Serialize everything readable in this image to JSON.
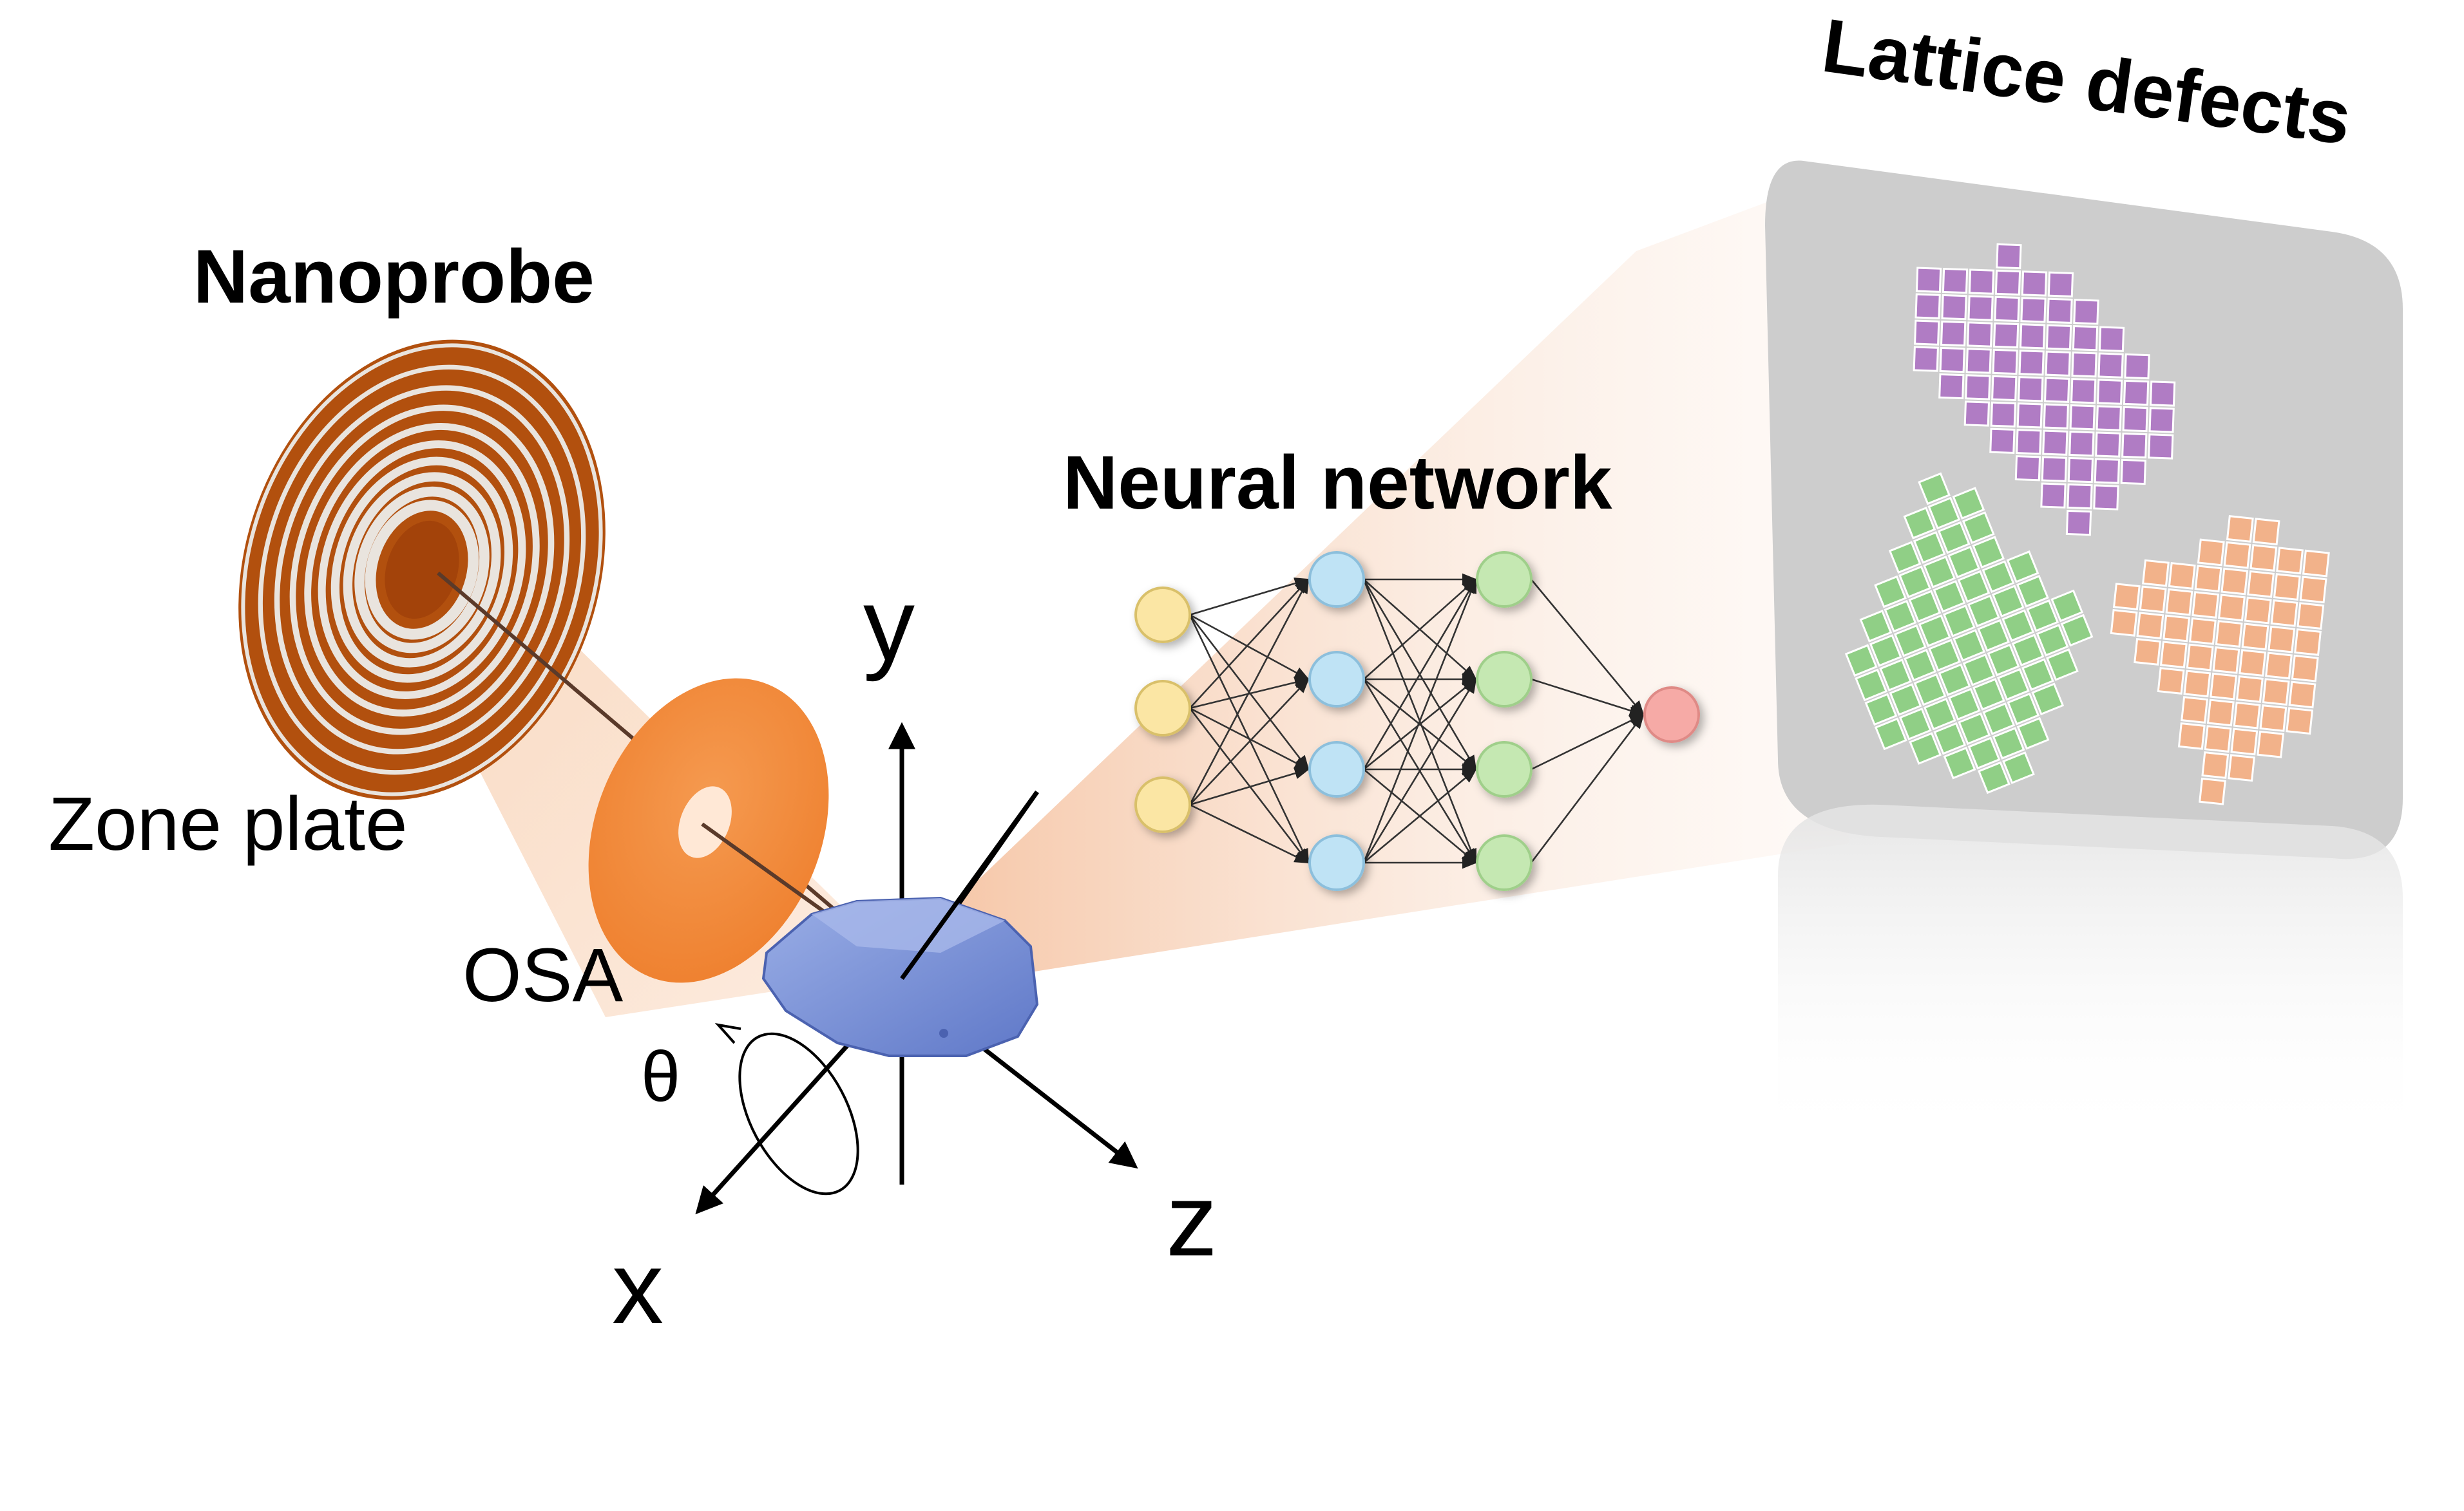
{
  "labels": {
    "nanoprobe": "Nanoprobe",
    "zone_plate": "Zone plate",
    "osa": "OSA",
    "theta": "θ",
    "neural_network": "Neural network",
    "lattice_defects": "Lattice defects"
  },
  "axes": {
    "x": "x",
    "y": "y",
    "z": "z"
  },
  "colors": {
    "zone_plate_ring": "#b2500e",
    "osa": "#f08a3c",
    "crystal": "#7f95d8",
    "beam": "#f7c9a6",
    "input_node": "#fbe6a4",
    "hidden1_node": "#bfe3f5",
    "hidden2_node": "#c5e8b2",
    "output_node": "#f6aaa6",
    "grain_purple": "#b07cc4",
    "grain_green": "#90cf86",
    "grain_orange": "#f2b28a",
    "panel": "#cdcdcd"
  },
  "network": {
    "layers": [
      {
        "name": "input",
        "nodes": 3
      },
      {
        "name": "hidden-1",
        "nodes": 4
      },
      {
        "name": "hidden-2",
        "nodes": 4
      },
      {
        "name": "output",
        "nodes": 1
      }
    ]
  }
}
